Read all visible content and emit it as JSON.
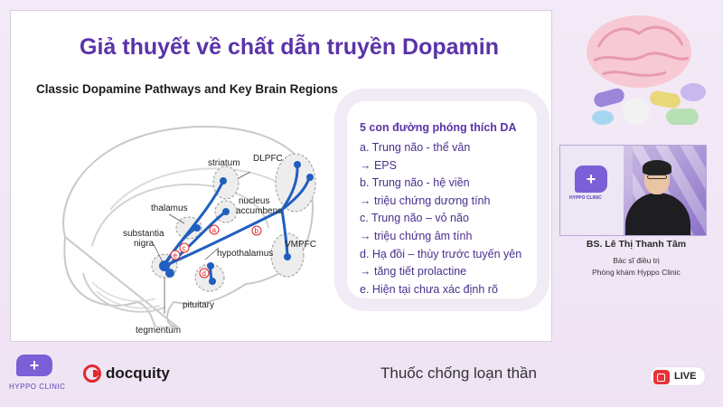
{
  "logo": {
    "symbol": "+"
  },
  "slide": {
    "title": "Giả thuyết về chất dẫn truyền Dopamin",
    "diagram_title": "Classic Dopamine Pathways and Key Brain Regions",
    "diagram_labels": {
      "dlpfc": "DLPFC",
      "striatum": "striatum",
      "nucleus_accumbens_1": "nucleus",
      "nucleus_accumbens_2": "accumbens",
      "thalamus": "thalamus",
      "substantia_nigra_1": "substantia",
      "substantia_nigra_2": "nigra",
      "hypothalamus": "hypothalamus",
      "vmpfc": "VMPFC",
      "pituitary": "pituitary",
      "tegmentum": "tegmentum"
    },
    "pathway_letters": [
      "a",
      "b",
      "c",
      "d",
      "e"
    ],
    "da_box": {
      "title": "5 con đường phóng thích DA",
      "lines": [
        "a. Trung não - thể vân",
        "→ EPS",
        "b. Trung não - hệ viền",
        "→ triệu chứng dương tính",
        "c. Trung não – vỏ não",
        "→ triệu chứng âm tính",
        "d. Hạ đồi – thùy trước tuyến yên",
        "→ tăng tiết prolactine",
        "e. Hiện tại chưa xác định rõ"
      ]
    }
  },
  "speaker": {
    "name": "BS. Lê Thị Thanh Tâm",
    "role": "Bác sĩ điều trị",
    "clinic": "Phòng khám Hyppo Clinic",
    "cam_logo_text": "HYPPO CLINIC"
  },
  "footer": {
    "clinic_name": "HYPPO CLINIC",
    "sponsor": "docquity",
    "title": "Thuốc chống loạn thần",
    "live_label": "LIVE"
  },
  "colors": {
    "brand_purple": "#5a33a8",
    "pathway_blue": "#1f5fbf",
    "live_red": "#e8323a",
    "docquity_red": "#e2282d"
  }
}
